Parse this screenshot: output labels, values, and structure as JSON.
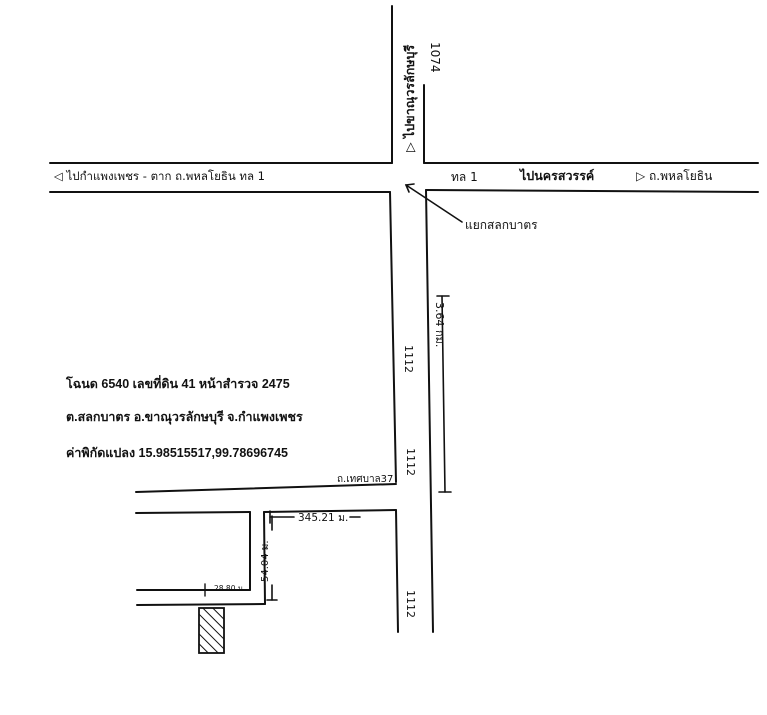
{
  "map": {
    "roads": {
      "west_label": "◁ ไปกำแพงเพชร - ตาก  ถ.พหลโยธิน  ทล 1",
      "east_label_route": "ทล 1",
      "east_label_dest": "ไปนครสวรรค์",
      "east_label_road": "▷ ถ.พหลโยธิน",
      "north_label_dest": "▷ ไปขาณุวรลักษบุรี",
      "north_label_route": "1074",
      "vertical_label": "1112",
      "vertical_label_2": "1112",
      "vertical_label_3": "1112",
      "soi_label": "ถ.เทศบาล37"
    },
    "intersection_label": "แยกสลกบาตร",
    "distances": {
      "to_soi": "3.64 กม.",
      "along_soi": "345.21 ม.",
      "down_lane": "54.04 ม.",
      "to_plot": "28.80 ม."
    },
    "info": {
      "deed": "โฉนด 6540 เลขที่ดิน 41 หน้าสำรวจ 2475",
      "location": "ต.สลกบาตร อ.ขาณุวรลักษบุรี จ.กำแพงเพชร",
      "coords": "ค่าพิกัดแปลง 15.98515517,99.78696745"
    },
    "colors": {
      "ink": "#111111",
      "paper": "#ffffff"
    }
  }
}
